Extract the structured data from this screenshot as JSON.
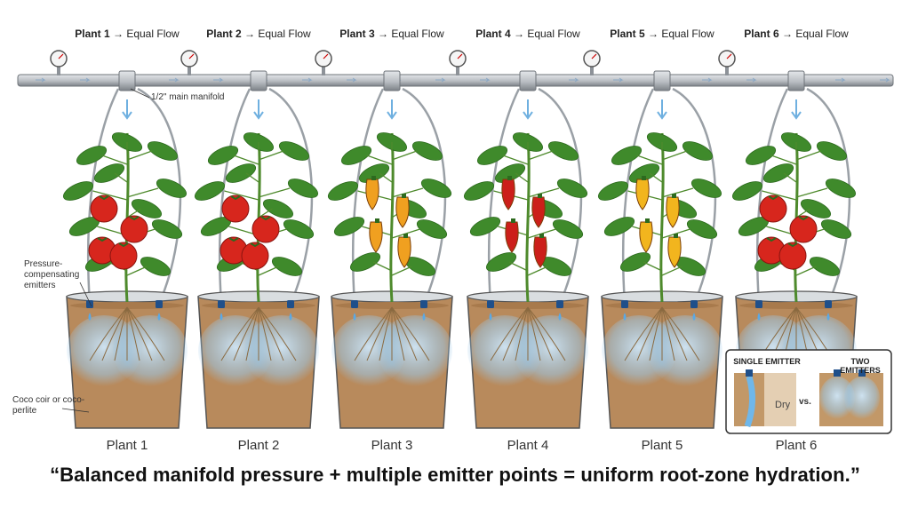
{
  "headers": [
    {
      "plant": "Plant 1",
      "flow": "→ Equal Flow"
    },
    {
      "plant": "Plant 2",
      "flow": "→ Equal Flow"
    },
    {
      "plant": "Plant 3",
      "flow": "→ Equal Flow"
    },
    {
      "plant": "Plant 4",
      "flow": "→ Equal Flow"
    },
    {
      "plant": "Plant 5",
      "flow": "→ Equal Flow"
    },
    {
      "plant": "Plant 6",
      "flow": "→ Equal Flow"
    }
  ],
  "annotations": {
    "manifold": "1/2\" main manifold",
    "emitters": "Pressure-compensating emitters",
    "substrate": "Coco coir or coco-perlite"
  },
  "plants": [
    {
      "label": "Plant 1",
      "crop": "tomato",
      "fruit_color": "#d7261d"
    },
    {
      "label": "Plant 2",
      "crop": "tomato",
      "fruit_color": "#d7261d"
    },
    {
      "label": "Plant 3",
      "crop": "pepper",
      "fruit_color": "#f0a020"
    },
    {
      "label": "Plant 4",
      "crop": "pepper",
      "fruit_color": "#cc1f1a"
    },
    {
      "label": "Plant 5",
      "crop": "pepper",
      "fruit_color": "#f2b51e"
    },
    {
      "label": "Plant 6",
      "crop": "tomato",
      "fruit_color": "#d7261d"
    }
  ],
  "inset": {
    "single_label": "SINGLE EMITTER",
    "two_label": "TWO EMITTERS",
    "vs": "vs.",
    "dry": "Dry"
  },
  "caption": "“Balanced manifold pressure + multiple emitter points = uniform root-zone hydration.”",
  "colors": {
    "pipe": "#b9bdc2",
    "pipe_dark": "#7d8288",
    "soil": "#b88a5c",
    "water": "#9cc8e8",
    "leaf": "#3f8a2b",
    "emitter": "#1f4f8a"
  }
}
